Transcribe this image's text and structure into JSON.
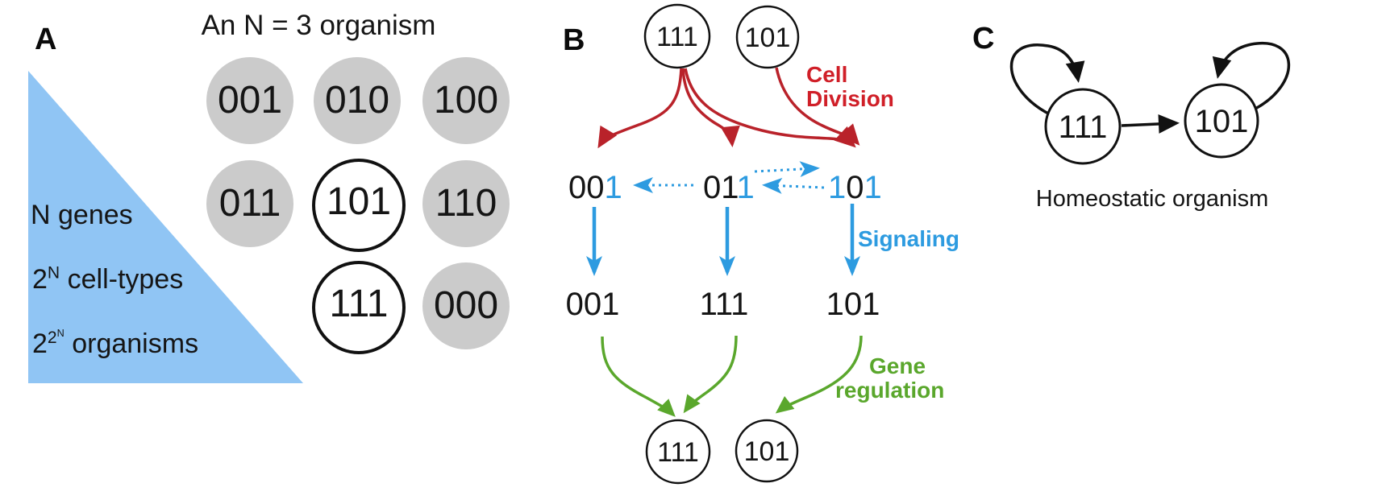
{
  "colors": {
    "accent_blue": "#2d9be0",
    "accent_red_text": "#d01f28",
    "accent_red_arrow": "#b9222a",
    "accent_green": "#5aa72c",
    "triangle_blue": "#90c5f4",
    "cell_gray": "#cbcbcb",
    "ink": "#151515"
  },
  "panel_a": {
    "label": "A",
    "title": "An N = 3 organism",
    "triangle_labels": {
      "line1": "N genes",
      "line2_base": "2",
      "line2_sup": "N",
      "line2_rest": " cell-types",
      "line3_base": "2",
      "line3_sup": "2",
      "line3_supsup": "N",
      "line3_rest": " organisms"
    },
    "cells": [
      {
        "value": "001",
        "style": "gray"
      },
      {
        "value": "010",
        "style": "gray"
      },
      {
        "value": "100",
        "style": "gray"
      },
      {
        "value": "011",
        "style": "gray"
      },
      {
        "value": "101",
        "style": "white"
      },
      {
        "value": "110",
        "style": "gray"
      },
      {
        "value": "111",
        "style": "white"
      },
      {
        "value": "000",
        "style": "gray"
      }
    ]
  },
  "panel_b": {
    "label": "B",
    "top_cells": [
      "111",
      "101"
    ],
    "labels": {
      "cell_division": [
        "Cell",
        "Division"
      ],
      "signaling": "Signaling",
      "gene_regulation": [
        "Gene",
        "regulation"
      ]
    },
    "mid_row": [
      {
        "parts": [
          {
            "text": "00",
            "signal": false
          },
          {
            "text": "1",
            "signal": true
          }
        ]
      },
      {
        "parts": [
          {
            "text": "01",
            "signal": false
          },
          {
            "text": "1",
            "signal": true
          }
        ]
      },
      {
        "parts": [
          {
            "text": "1",
            "signal": true
          },
          {
            "text": "0",
            "signal": false
          },
          {
            "text": "1",
            "signal": true
          }
        ]
      }
    ],
    "bottom_row": [
      "001",
      "111",
      "101"
    ],
    "bottom_cells": [
      "111",
      "101"
    ]
  },
  "panel_c": {
    "label": "C",
    "cells": [
      "111",
      "101"
    ],
    "caption": "Homeostatic organism"
  }
}
